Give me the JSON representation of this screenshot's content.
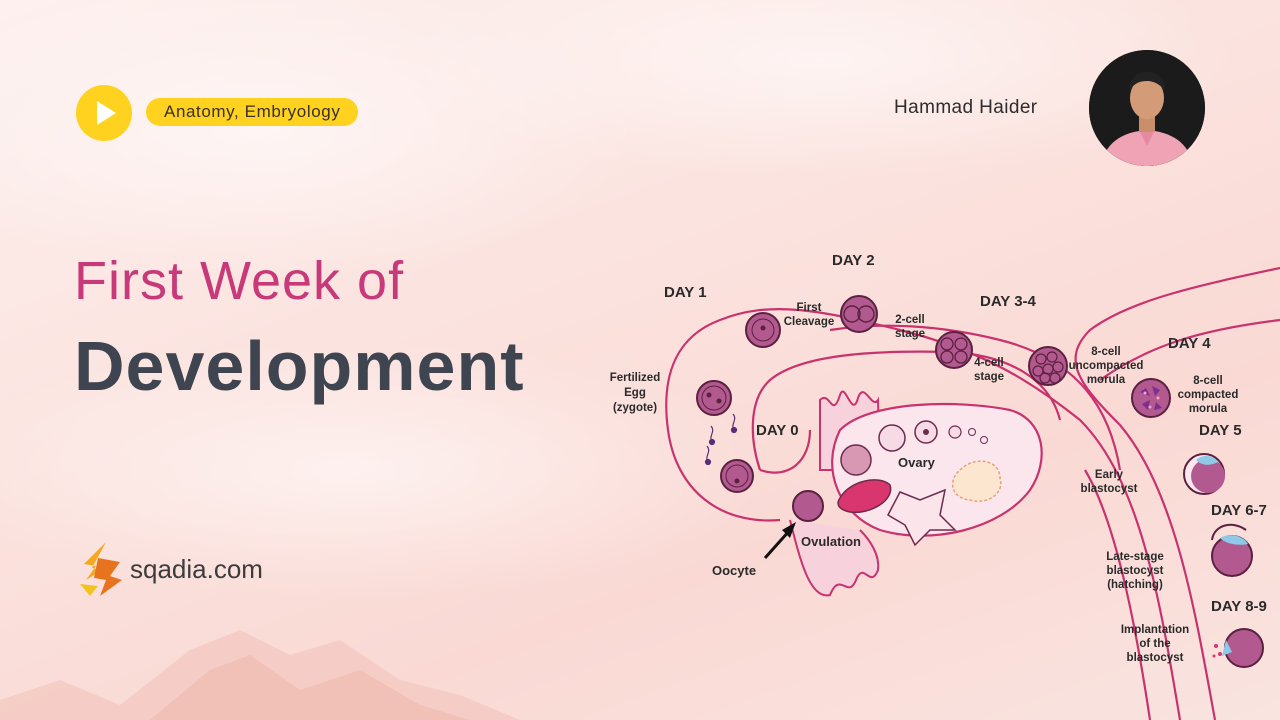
{
  "header": {
    "category": "Anatomy, Embryology",
    "author": "Hammad Haider"
  },
  "title": {
    "line1": "First Week of",
    "line2": "Development"
  },
  "brand": {
    "name": "sqadia.com"
  },
  "colors": {
    "accent_yellow": "#ffd21f",
    "title_pink": "#c8397a",
    "title_dark": "#3e4450",
    "tube_magenta": "#c8336f",
    "cell_fill": "#b2598f"
  },
  "diagram": {
    "days": {
      "d0": "DAY 0",
      "d1": "DAY 1",
      "d2": "DAY 2",
      "d34": "DAY 3-4",
      "d4": "DAY 4",
      "d5": "DAY 5",
      "d67": "DAY 6-7",
      "d89": "DAY 8-9"
    },
    "labels": {
      "fertilized_1": "Fertilized",
      "fertilized_2": "Egg",
      "fertilized_3": "(zygote)",
      "first_1": "First",
      "first_2": "Cleavage",
      "two_cell_1": "2-cell",
      "two_cell_2": "stage",
      "four_cell_1": "4-cell",
      "four_cell_2": "stage",
      "uncomp_1": "8-cell",
      "uncomp_2": "uncompacted",
      "uncomp_3": "morula",
      "comp_1": "8-cell",
      "comp_2": "compacted",
      "comp_3": "morula",
      "early_1": "Early",
      "early_2": "blastocyst",
      "late_1": "Late-stage",
      "late_2": "blastocyst",
      "late_3": "(hatching)",
      "impl_1": "Implantation",
      "impl_2": "of the",
      "impl_3": "blastocyst",
      "ovary": "Ovary",
      "ovulation": "Ovulation",
      "oocyte": "Oocyte"
    }
  }
}
